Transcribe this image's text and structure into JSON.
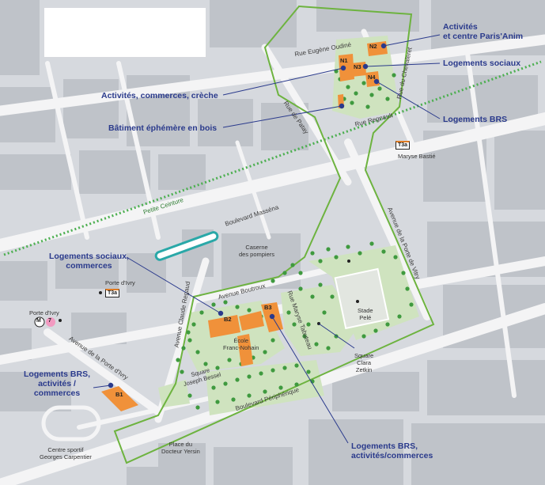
{
  "callouts": {
    "activites_paris_anim": [
      "Activités",
      "et centre Paris'Anim"
    ],
    "logements_sociaux_top": "Logements sociaux",
    "activites_creche": "Activités, commerces, crèche",
    "logements_brs_top": "Logements BRS",
    "batiment_ephemere": "Bâtiment éphémère en bois",
    "logements_sociaux_commerces": [
      "Logements sociaux,",
      "commerces"
    ],
    "logements_brs_activites_left": [
      "Logements BRS,",
      "activités /",
      "commerces"
    ],
    "logements_brs_activites_bottom": [
      "Logements BRS,",
      "activités/commerces"
    ]
  },
  "streets": {
    "eugene_oudine": "Rue Eugène Oudiné",
    "chevaleret": "Rue du Chevaleret",
    "patay": "Rue de Patay",
    "regnault": "Rue Regnault",
    "massena": "Boulevard Masséna",
    "petite_ceinture": "Petite Ceinture",
    "porte_vitry": "Avenue de la Porte de Vitry",
    "bourroux": "Avenue Boutroux",
    "claude_regaud": "Avenue Claude Regaud",
    "porte_ivry_av": "Avenue de la Porte d'Ivry",
    "peripherique": "Boulevard Périphérique",
    "tabuteau": "Rue Maryse Tabuteau"
  },
  "places": {
    "maryse_bastie": "Maryse Bastié",
    "caserne": [
      "Caserne",
      "des pompiers"
    ],
    "porte_ivry_tram": "Porte d'Ivry",
    "porte_ivry_metro": "Porte d'Ivry",
    "stade_pele": [
      "Stade",
      "Pelé"
    ],
    "ecole": [
      "École",
      "Franc-Nohain"
    ],
    "square_clara": [
      "Square",
      "Clara",
      "Zetkin"
    ],
    "square_bessel": [
      "Square",
      "Joseph Bessel"
    ],
    "place_yersin": [
      "Place du",
      "Docteur Yersin"
    ],
    "centre_sportif": [
      "Centre sportif",
      "Georges Carpentier"
    ]
  },
  "plots": {
    "n1": "N1",
    "n2": "N2",
    "n3": "N3",
    "n4": "N4",
    "b1": "B1",
    "b2": "B2",
    "b3": "B3"
  },
  "transit": {
    "tram": "T3a",
    "metro": "M",
    "metro_line": "7"
  },
  "colors": {
    "background": "#d6d9de",
    "road": "#f4f4f5",
    "building": "#bfc3c9",
    "perimeter": "#6db33f",
    "green_space": "#cfe3bf",
    "tree": "#3f9a3f",
    "plot": "#f0913a",
    "callout": "#2a3a8c",
    "petite_ceinture": "#4caf50"
  }
}
